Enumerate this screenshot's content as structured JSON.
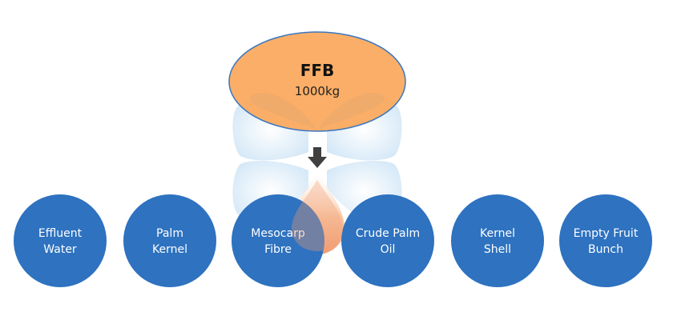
{
  "source": {
    "title": "FFB",
    "amount": "1000kg",
    "color": "#fba75a"
  },
  "outputs": [
    {
      "line1": "Effluent",
      "line2": "Water"
    },
    {
      "line1": "Palm",
      "line2": "Kernel"
    },
    {
      "line1": "Mesocarp",
      "line2": "Fibre"
    },
    {
      "line1": "Crude Palm",
      "line2": "Oil"
    },
    {
      "line1": "Kernel",
      "line2": "Shell"
    },
    {
      "line1": "Empty Fruit",
      "line2": "Bunch"
    }
  ],
  "colors": {
    "output_fill": "#2e72c0",
    "arrow": "#404040",
    "petal": "#d6e9f8"
  }
}
